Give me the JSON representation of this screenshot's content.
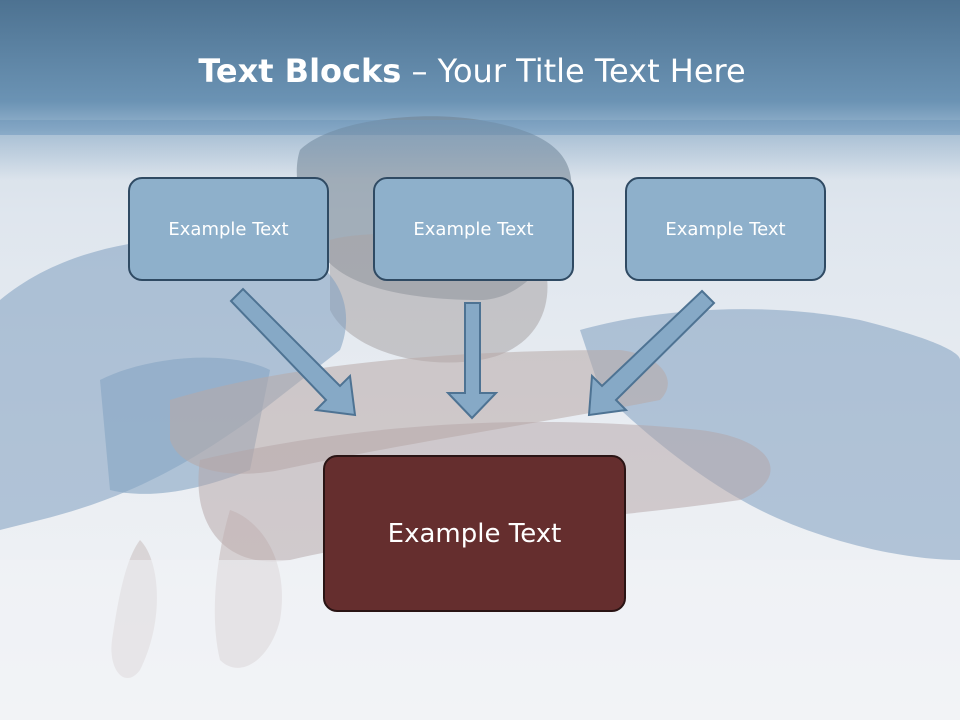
{
  "slide": {
    "title_bold": "Text Blocks",
    "title_separator": " – ",
    "title_rest": "Your Title Text Here",
    "top_boxes": [
      "Example Text",
      "Example Text",
      "Example Text"
    ],
    "bottom_box": "Example Text"
  },
  "colors": {
    "header": "#5b83a5",
    "top_box_fill": "#8eb0cb",
    "top_box_border": "#2f4a63",
    "bottom_box_fill": "#652e2e",
    "arrow_fill": "#86a9c6"
  },
  "background": {
    "subject": "man resting head on folded arms"
  }
}
